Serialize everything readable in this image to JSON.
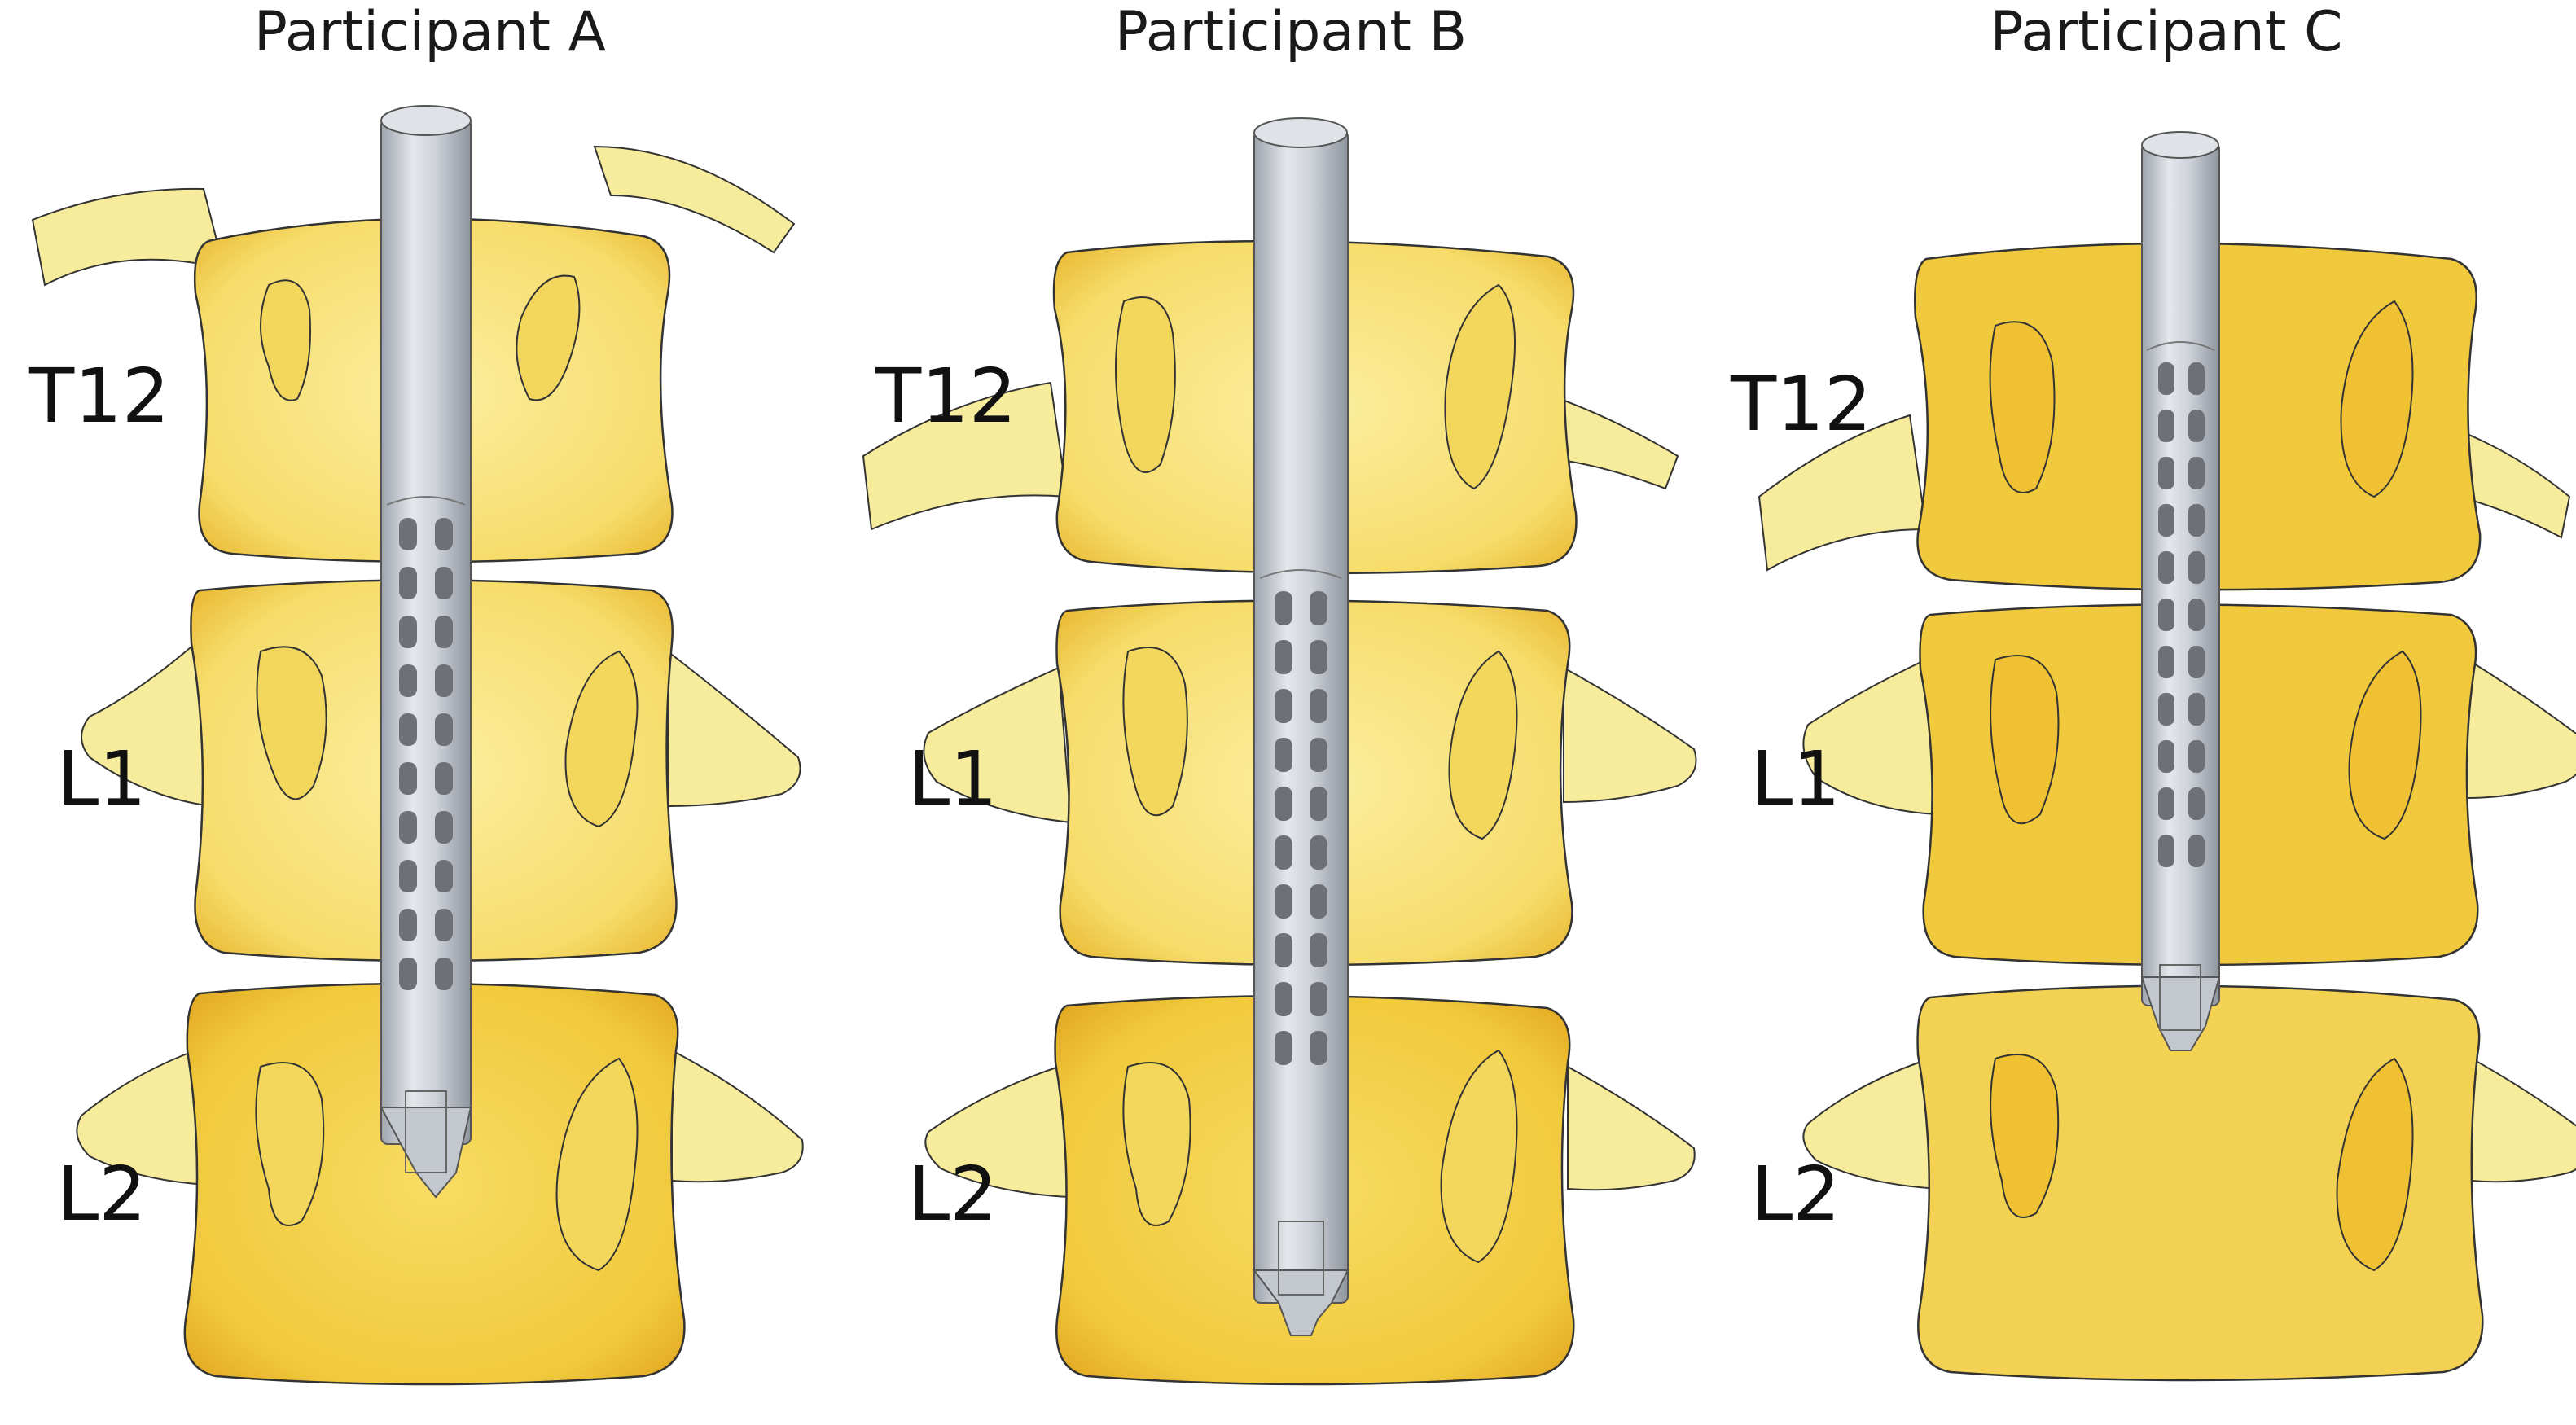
{
  "figure": {
    "panels": [
      {
        "title": "Participant A",
        "vertebra_shade": "#f8e27c",
        "labels": {
          "upper": "T12",
          "middle": "L1",
          "lower": "L2"
        }
      },
      {
        "title": "Participant B",
        "vertebra_shade": "#f6dc6a",
        "labels": {
          "upper": "T12",
          "middle": "L1",
          "lower": "L2"
        }
      },
      {
        "title": "Participant C",
        "vertebra_shade": "#f3cd45",
        "labels": {
          "upper": "T12",
          "middle": "L1",
          "lower": "L2"
        }
      }
    ],
    "colors": {
      "bone_fill": "#f7e27a",
      "bone_edge": "#e3a922",
      "process_fill": "#f6ec9c",
      "lead_body": "#c9ced6",
      "contacts": "#6e7075"
    }
  }
}
